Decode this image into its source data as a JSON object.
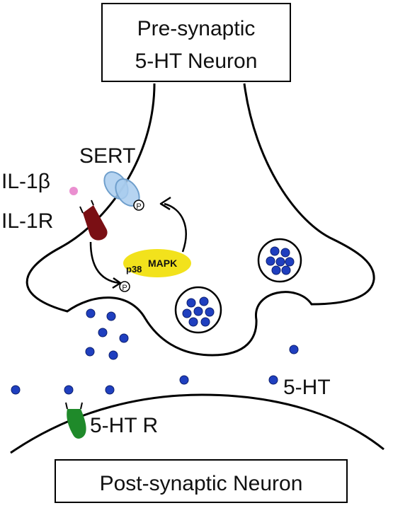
{
  "labels": {
    "pre_neuron_line1": "Pre-synaptic",
    "pre_neuron_line2": "5-HT Neuron",
    "post_neuron": "Post-synaptic Neuron",
    "sert": "SERT",
    "il1b": "IL-1β",
    "il1r": "IL-1R",
    "p38_prefix": "p38",
    "p38_kinase": "MAPK",
    "phospho_symbol": "P",
    "serotonin": "5-HT",
    "serotonin_receptor": "5-HT R"
  },
  "colors": {
    "outline": "#000000",
    "serotonin_dot": "#1f3fbf",
    "sert": "#a9cdee",
    "sert_stroke": "#6f9fcc",
    "il1b": "#ea8fd0",
    "il1r": "#7a0f14",
    "receptor": "#1f8a2a",
    "p38": "#f2e21c"
  }
}
